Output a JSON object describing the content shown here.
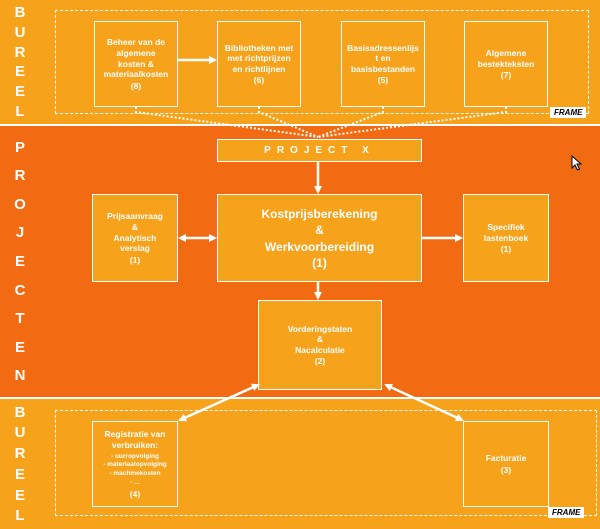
{
  "colors": {
    "top": "#F7A21B",
    "middle": "#F26B12",
    "bottom": "#F7A21B",
    "box_fill": "#F7A21B",
    "line": "#ffffff"
  },
  "sections": {
    "top": {
      "label": [
        "B",
        "U",
        "R",
        "E",
        "E",
        "L"
      ],
      "frame_label": "FRAME"
    },
    "middle": {
      "label": [
        "P",
        "R",
        "O",
        "J",
        "E",
        "C",
        "T",
        "E",
        "N"
      ]
    },
    "bottom": {
      "label": [
        "B",
        "U",
        "R",
        "E",
        "E",
        "L"
      ],
      "frame_label": "FRAME"
    }
  },
  "top_boxes": [
    {
      "text": "Beheer van de\nalgemene\nkosten &\nmateriaalkosten",
      "num": "(8)"
    },
    {
      "text": "Bibliotheken met\nmet richtprijzen\nen richtlijnen",
      "num": "(6)"
    },
    {
      "text": "Basisadressenlijs\nt en\nbasisbestanden",
      "num": "(5)"
    },
    {
      "text": "Algemene\nbestekteksten",
      "num": "(7)"
    }
  ],
  "project_bar": "PROJECT X",
  "middle": {
    "left": {
      "text": "Prijsaanvraag\n&\nAnalytisch\nverslag",
      "num": "(1)"
    },
    "center": {
      "text": "Kostprijsberekening\n&\nWerkvoorbereiding",
      "num": "(1)"
    },
    "right": {
      "text": "Specifiek\nlastenboek",
      "num": "(1)"
    },
    "lower": {
      "text": "Vorderingstaten\n&\nNacalculatie",
      "num": "(2)"
    }
  },
  "bottom": {
    "left": {
      "text": "Registratie van\nverbruiken:",
      "items": [
        "- uurropvolging",
        "- materiaalopvolging",
        "- machinekosten",
        "- ..."
      ],
      "num": "(4)"
    },
    "right": {
      "text": "Facturatie",
      "num": "(3)"
    }
  }
}
